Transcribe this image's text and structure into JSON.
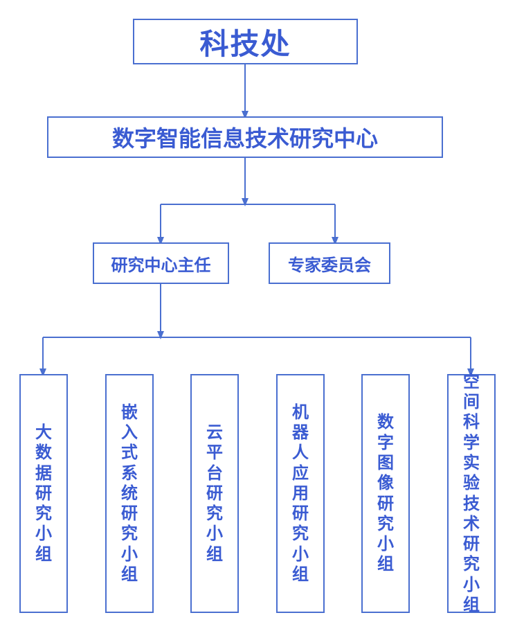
{
  "diagram": {
    "top": "科技处",
    "center": "数字智能信息技术研究中心",
    "level2": [
      "研究中心主任",
      "专家委员会"
    ],
    "groups": [
      "大数据研究小组",
      "嵌入式系统研究小组",
      "云平台研究小组",
      "机器人应用研究小组",
      "数字图像研究小组",
      "空间科学实验技术研究小组"
    ]
  },
  "colors": {
    "accent": "#3a5bd2",
    "line": "#4a6fd0"
  }
}
